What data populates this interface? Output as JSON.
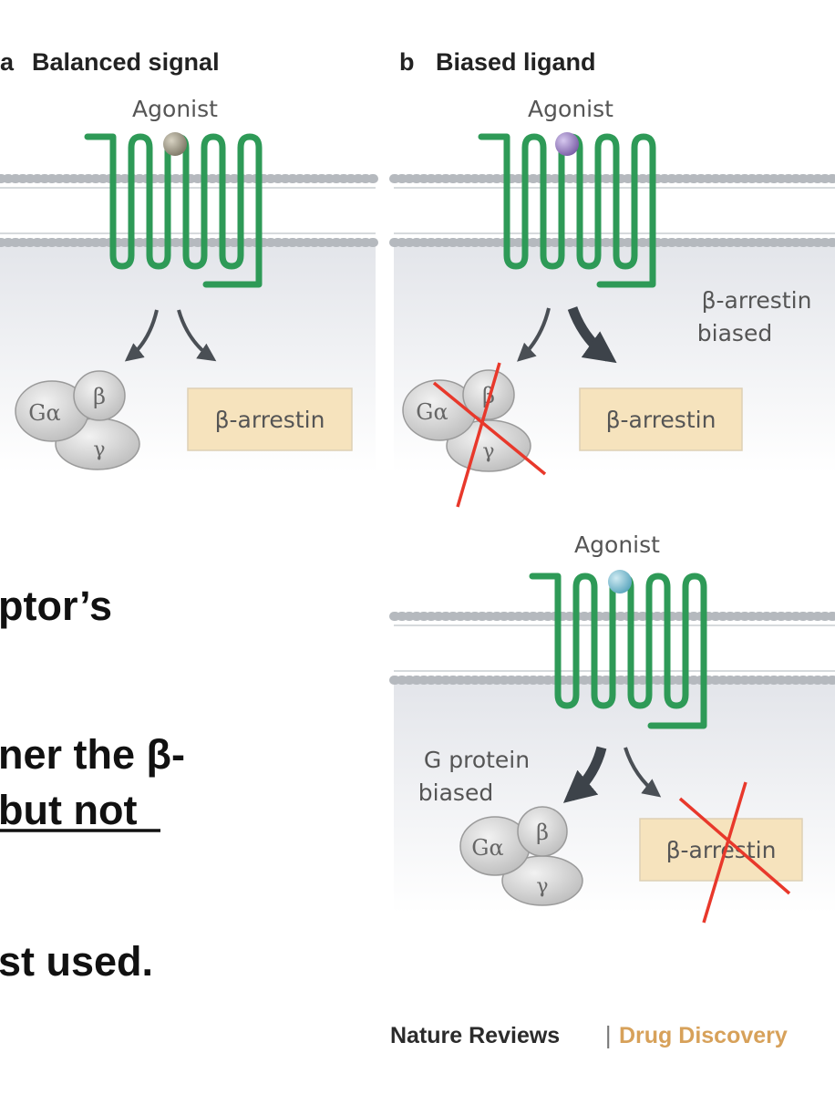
{
  "panel_a": {
    "letter": "a",
    "title": "Balanced signal",
    "agonist_label": "Agonist",
    "g_alpha": "Gα",
    "g_beta": "β",
    "g_gamma": "γ",
    "arrestin_label": "β-arrestin"
  },
  "panel_b": {
    "letter": "b",
    "title": "Biased ligand",
    "agonist_label": "Agonist",
    "bias_label_line1": "β-arrestin",
    "bias_label_line2": "biased",
    "g_alpha": "Gα",
    "g_beta": "β",
    "g_gamma": "γ",
    "arrestin_label": "β-arrestin"
  },
  "panel_c": {
    "agonist_label": "Agonist",
    "bias_label_line1": "G protein",
    "bias_label_line2": "biased",
    "g_alpha": "Gα",
    "g_beta": "β",
    "g_gamma": "γ",
    "arrestin_label": "β-arrestin"
  },
  "left_text": {
    "line1": "ptor’s",
    "line2": "ner the β-",
    "line3": "but not",
    "line4": "st used."
  },
  "credit": {
    "journal": "Nature Reviews",
    "separator": "|",
    "section": "Drug Discovery"
  },
  "colors": {
    "receptor": "#2e9a57",
    "agonist_a": "#8c8676",
    "agonist_b": "#8a6fb0",
    "agonist_c": "#6eb4c9",
    "arrestin_box": "#f6e3bd",
    "cross": "#e8382b",
    "credit_accent": "#d7a15a"
  }
}
